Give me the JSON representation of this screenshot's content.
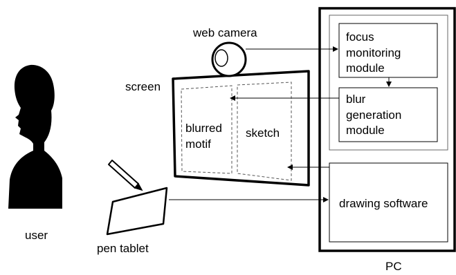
{
  "labels": {
    "web_camera": "web camera",
    "screen": "screen",
    "user": "user",
    "pen_tablet": "pen tablet",
    "pc": "PC",
    "blurred_motif_line1": "blurred",
    "blurred_motif_line2": "motif",
    "sketch": "sketch",
    "focus_line1": "focus",
    "focus_line2": "monitoring",
    "focus_line3": "module",
    "blur_line1": "blur",
    "blur_line2": "generation",
    "blur_line3": "module",
    "drawing_software": "drawing software"
  },
  "colors": {
    "stroke": "#000000",
    "silhouette": "#000000",
    "background": "#ffffff",
    "dashed": "#555555"
  }
}
